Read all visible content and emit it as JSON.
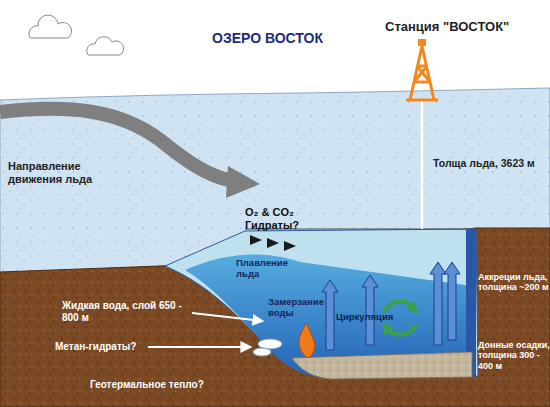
{
  "diagram": {
    "title": "ОЗЕРО ВОСТОК",
    "labels": [
      "Станция \"ВОСТОК\"",
      "Направление движения льда",
      "Толща льда, 3623 м",
      "O₂ & CO₂ Гидраты?",
      "Аккреции льда, толщина ~200 м",
      "Плавление льда",
      "Жидкая вода, слой 650 - 800 м",
      "Замерзание воды",
      "Циркуляция",
      "Метан-гидраты?",
      "Донные осадки, толщина 300 - 400 м",
      "Геотермальное тепло?"
    ]
  }
}
